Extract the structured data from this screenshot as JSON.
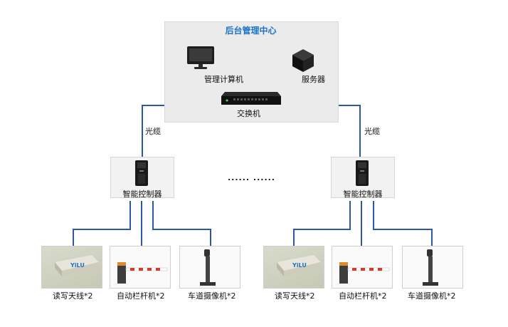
{
  "center": {
    "title": "后台管理中心",
    "computer_label": "管理计算机",
    "server_label": "服务器",
    "switch_label": "交换机"
  },
  "fiber_label": "光缆",
  "ellipsis": "...... ......",
  "groups": [
    {
      "controller_label": "智能控制器",
      "devices": [
        "读写天线*2",
        "自动栏杆机*2",
        "车道摄像机*2"
      ]
    },
    {
      "controller_label": "智能控制器",
      "devices": [
        "读写天线*2",
        "自动栏杆机*2",
        "车道摄像机*2"
      ]
    }
  ],
  "colors": {
    "line": "#2b57a8",
    "title": "#1a73c9"
  }
}
